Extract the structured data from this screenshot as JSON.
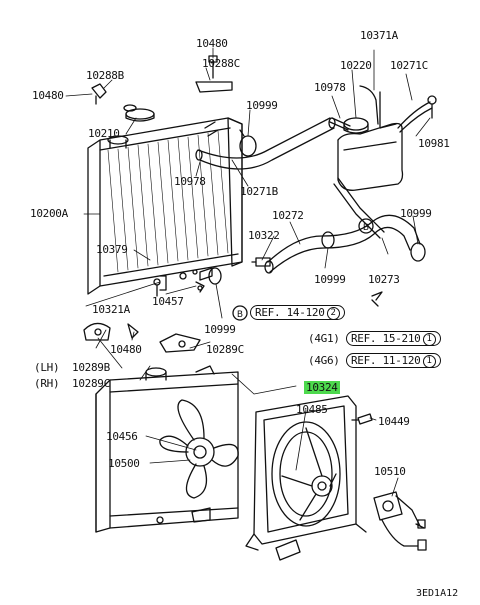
{
  "diagram": {
    "highlight_color": "#4dd94d",
    "line_color": "#111111",
    "labels": {
      "p10480_top": "10480",
      "p10288B": "10288B",
      "p10288C_top": "10288C",
      "p10480_left": "10480",
      "p10210": "10210",
      "p10999_top": "10999",
      "p10978_left": "10978",
      "p10271B": "10271B",
      "p10371A": "10371A",
      "p10220": "10220",
      "p10271C": "10271C",
      "p10978_right": "10978",
      "p10981": "10981",
      "p10200A": "10200A",
      "p10272": "10272",
      "p10999_right": "10999",
      "p10379": "10379",
      "p10322": "10322",
      "p10999_mid": "10999",
      "p10273": "10273",
      "p10321A": "10321A",
      "p10457": "10457",
      "p10999_low": "10999",
      "p10480_low": "10480",
      "p10289C": "10289C",
      "lh_label": "(LH)",
      "p10289B": "10289B",
      "rh_label": "(RH)",
      "p10289C_low": "10289C",
      "p10324": "10324",
      "p10485": "10485",
      "p10449": "10449",
      "p10456": "10456",
      "p10500": "10500",
      "p10510": "10510"
    },
    "refs": {
      "r1_text": "REF.  14-120",
      "r1_num": "2",
      "r2_engine": "(4G1)",
      "r2_text": "REF.  15-210",
      "r2_num": "1",
      "r3_engine": "(4G6)",
      "r3_text": "REF.  11-120",
      "r3_num": "1"
    },
    "markers": {
      "b_left": "B",
      "b_right": "B"
    },
    "footer_code": "3ED1A12"
  }
}
